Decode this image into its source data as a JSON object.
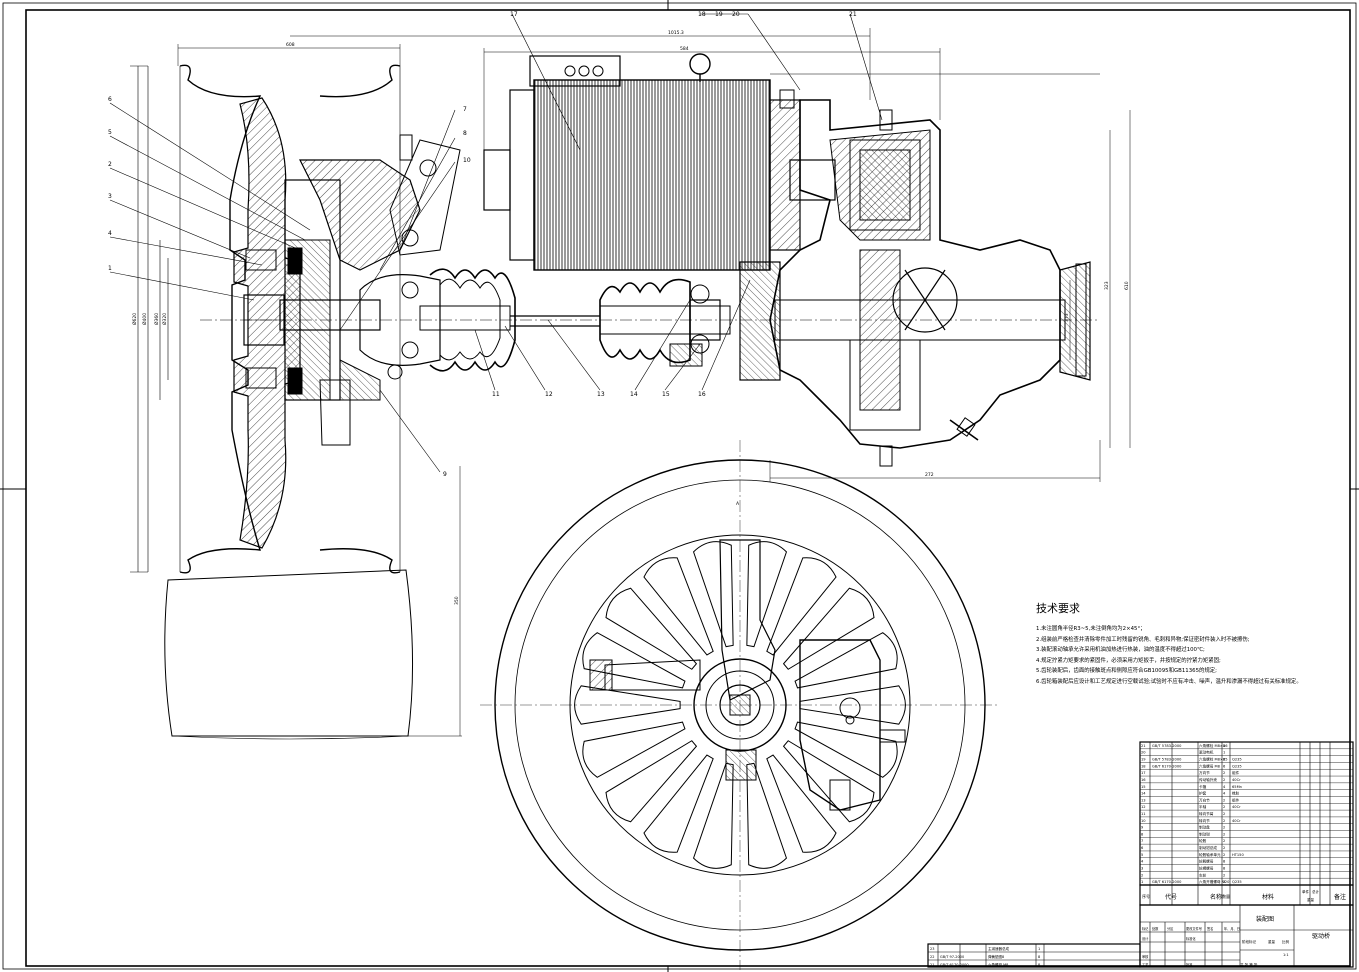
{
  "callouts": [
    "1",
    "2",
    "3",
    "4",
    "5",
    "6",
    "7",
    "8",
    "9",
    "10",
    "11",
    "12",
    "13",
    "14",
    "15",
    "16",
    "17",
    "18",
    "19",
    "20",
    "21"
  ],
  "dims": {
    "d_top1": "608",
    "d_top2": "1015.3",
    "d_top3": "584",
    "d_right1": "323",
    "d_right2": "610",
    "d_right3": "373",
    "d_bottom1": "272",
    "d_tire1": "Ø620",
    "d_tire2": "Ø400",
    "d_tire3": "Ø360",
    "d_tire4": "Ø320",
    "d_lower": "350",
    "section_mark": "A"
  },
  "tech_requirements": {
    "title": "技术要求",
    "items": [
      "1.未注圆角半径R3~5,未注倒角均为2×45°；",
      "2.组装前严格检查并清除零件加工时残留的锐角、毛刺和异物;保证密封件装入时不被擦伤;",
      "3.装配滚动轴承允许采用机油加热进行热装，油的温度不得超过100℃;",
      "4.规定拧紧力矩要求的紧固件，必须采用力矩扳手，并按规定的拧紧力矩紧固;",
      "5.齿轮装配后，齿面的接触斑点和侧隙应符合GB10095和GB11365的规定;",
      "6.齿轮箱装配后应设计和工艺规定进行空载试验;试验时不应有冲击、噪声，温升和渗漏不得超过有关标准规定。"
    ]
  },
  "parts_list": {
    "rows": [
      {
        "no": "21",
        "code": "GB/T 5783-2000",
        "name": "六角螺栓 M8×16",
        "qty": "8",
        "material": ""
      },
      {
        "no": "20",
        "code": "",
        "name": "驱动电机",
        "qty": "1",
        "material": ""
      },
      {
        "no": "19",
        "code": "GB/T 5783-2000",
        "name": "六角螺栓 M8×25",
        "qty": "6",
        "material": "Q235"
      },
      {
        "no": "18",
        "code": "GB/T 6170-2000",
        "name": "六角螺母 M8",
        "qty": "6",
        "material": "Q235"
      },
      {
        "no": "17",
        "code": "",
        "name": "万向节",
        "qty": "2",
        "material": "组件"
      },
      {
        "no": "16",
        "code": "",
        "name": "传动轴外壳",
        "qty": "2",
        "material": "40Cr"
      },
      {
        "no": "15",
        "code": "",
        "name": "卡箍",
        "qty": "4",
        "material": "65Mn"
      },
      {
        "no": "14",
        "code": "",
        "name": "护套",
        "qty": "4",
        "material": "橡胶"
      },
      {
        "no": "13",
        "code": "",
        "name": "万向节",
        "qty": "2",
        "material": "组件"
      },
      {
        "no": "12",
        "code": "",
        "name": "半轴",
        "qty": "2",
        "material": "40Cr"
      },
      {
        "no": "11",
        "code": "",
        "name": "转向节臂",
        "qty": "2",
        "material": ""
      },
      {
        "no": "10",
        "code": "",
        "name": "转向节",
        "qty": "2",
        "material": "40Cr"
      },
      {
        "no": "9",
        "code": "",
        "name": "制动盘",
        "qty": "2",
        "material": ""
      },
      {
        "no": "8",
        "code": "",
        "name": "制动钳",
        "qty": "2",
        "material": ""
      },
      {
        "no": "7",
        "code": "",
        "name": "轮毂",
        "qty": "2",
        "material": ""
      },
      {
        "no": "6",
        "code": "",
        "name": "制动钳总成",
        "qty": "2",
        "material": ""
      },
      {
        "no": "5",
        "code": "",
        "name": "轮毂轴承单元",
        "qty": "2",
        "material": "HT150"
      },
      {
        "no": "4",
        "code": "",
        "name": "轮毂螺母",
        "qty": "8",
        "material": ""
      },
      {
        "no": "3",
        "code": "",
        "name": "轮辋螺母",
        "qty": "8",
        "material": ""
      },
      {
        "no": "2",
        "code": "",
        "name": "车轮",
        "qty": "2",
        "material": ""
      },
      {
        "no": "1",
        "code": "GB/T 6170-2000",
        "name": "六角开槽螺母 M20",
        "qty": "2",
        "material": "Q235"
      }
    ],
    "header": {
      "no": "序号",
      "code": "代号",
      "name": "名称",
      "qty": "数量",
      "material": "材料",
      "unit_weight": "单件",
      "total_weight": "总计",
      "weight": "重量",
      "remark": "备注"
    },
    "title_block": {
      "drawing_type": "装配图",
      "title": "驱动桥",
      "scale_label": "比例",
      "scale": "1:1",
      "stage": "阶段标记",
      "weight": "重量",
      "designer": "设计",
      "standard": "标准化",
      "checker": "审核",
      "process": "工艺",
      "approve": "批准",
      "mark": "标记",
      "count": "处数",
      "zone": "分区",
      "change_doc": "更改文件号",
      "signature": "签名",
      "date": "年、月、日",
      "sheets": "共 张 第 张"
    },
    "left_block": [
      {
        "no": "23",
        "code": "",
        "name": "主减速器总成",
        "qty": "1"
      },
      {
        "no": "22",
        "code": "GB/T 97-2000",
        "name": "弹簧垫圈8",
        "qty": "8"
      },
      {
        "no": "21",
        "code": "GB/T 6170-2000",
        "name": "六角螺母 M8",
        "qty": "8"
      }
    ]
  }
}
